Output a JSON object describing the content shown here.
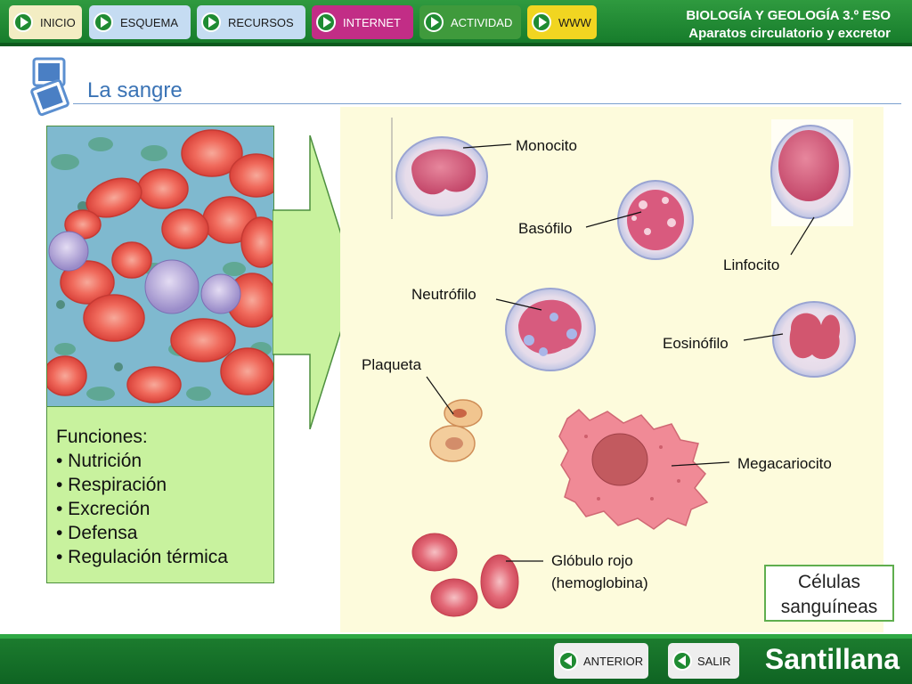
{
  "nav": {
    "buttons": [
      {
        "label": "INICIO",
        "color": "#f3edc3"
      },
      {
        "label": "ESQUEMA",
        "color": "#c5dcf2"
      },
      {
        "label": "RECURSOS",
        "color": "#c5dcf2"
      },
      {
        "label": "INTERNET",
        "color": "#c22d86"
      },
      {
        "label": "ACTIVIDAD",
        "color": "#3f9a3c"
      },
      {
        "label": "WWW",
        "color": "#f1d521"
      }
    ]
  },
  "course": {
    "line1": "BIOLOGÍA Y GEOLOGÍA 3.º ESO",
    "line2": "Aparatos circulatorio y excretor"
  },
  "page": {
    "title": "La sangre"
  },
  "functions": {
    "heading": "Funciones:",
    "items": [
      "• Nutrición",
      "• Respiración",
      "• Excreción",
      "• Defensa",
      "• Regulación térmica"
    ]
  },
  "cells": {
    "monocito": "Monocito",
    "basofilo": "Basófilo",
    "linfocito": "Linfocito",
    "neutrofilo": "Neutrófilo",
    "eosinofilo": "Eosinófilo",
    "plaqueta": "Plaqueta",
    "megacariocito": "Megacariocito",
    "globulo_line1": "Glóbulo rojo",
    "globulo_line2": "(hemoglobina)"
  },
  "caption": {
    "line1": "Células",
    "line2": "sanguíneas"
  },
  "footer": {
    "anterior": "ANTERIOR",
    "salir": "SALIR",
    "brand": "Santillana"
  }
}
